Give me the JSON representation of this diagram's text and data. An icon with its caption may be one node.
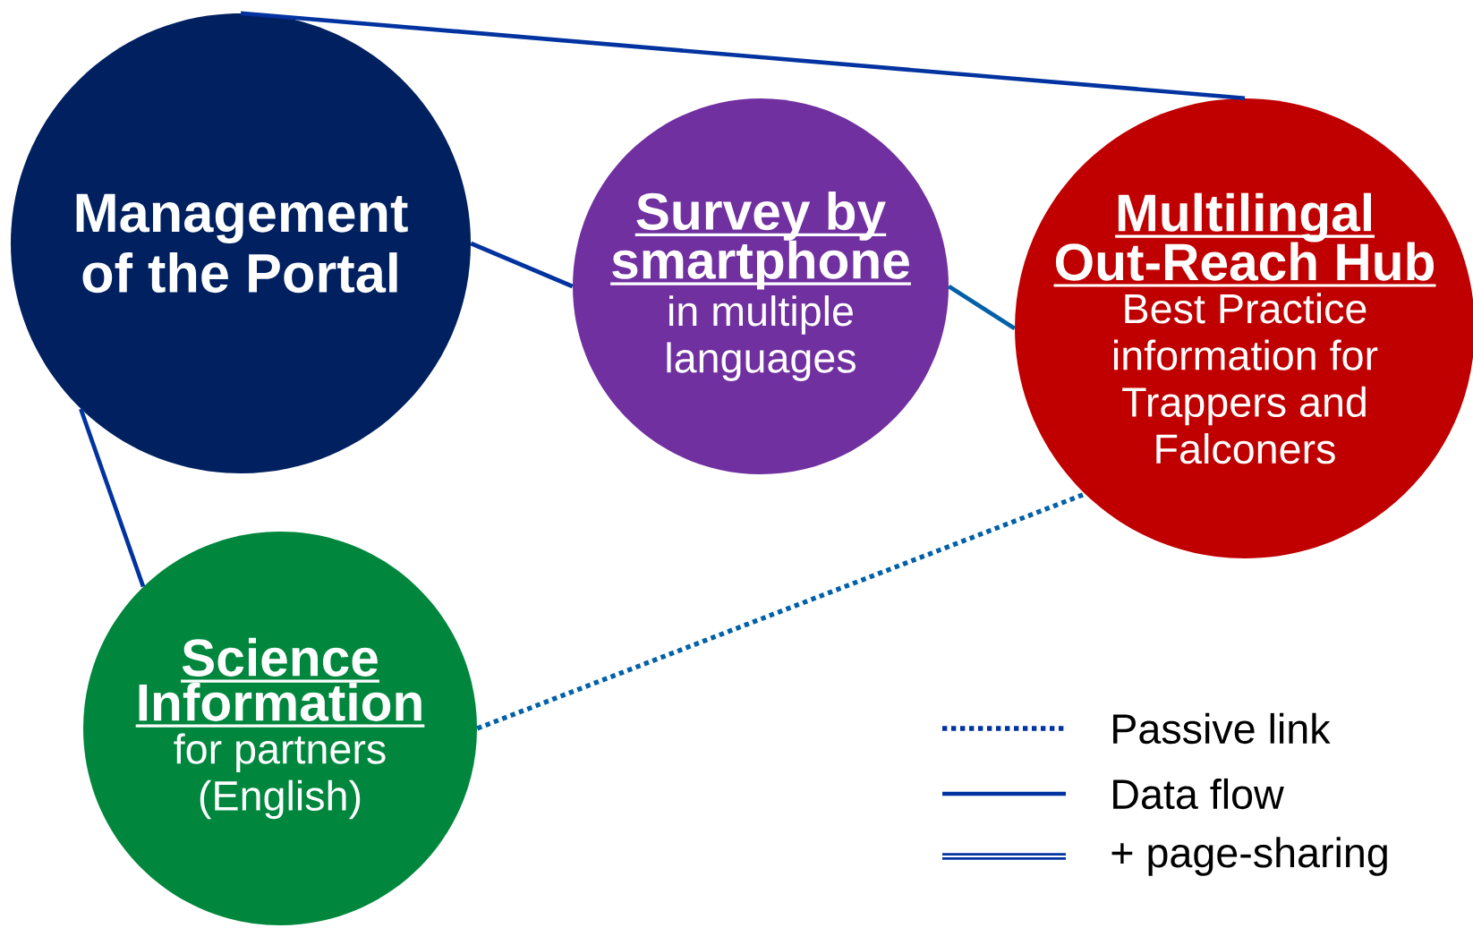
{
  "diagram": {
    "nodes": [
      {
        "text": [
          "Management of the Portal"
        ]
      },
      {
        "text": [
          "Survey by smartphone",
          "in multiple languages"
        ]
      },
      {
        "text": [
          "Multilingal Out-Reach Hub",
          "Best Practice information for Trappers and Falconers"
        ]
      },
      {
        "text": [
          "Science Information",
          "for partners (English)"
        ]
      }
    ],
    "edges": [
      {
        "from": 0,
        "to": 1,
        "arrow": "none"
      },
      {
        "from": 1,
        "to": 2,
        "arrow": "none",
        "color": "#0060a8"
      },
      {
        "from": 0,
        "to": 3,
        "arrow": "none"
      },
      {
        "from": 0,
        "to": 2,
        "arrow": "none"
      },
      {
        "from": 3,
        "to": 2,
        "arrow": "none",
        "style": "dashed",
        "color": "#0060a8"
      }
    ],
    "legend": [
      {
        "text": "Passive link"
      },
      {
        "text": "Data flow"
      },
      {
        "text": "+ page-sharing"
      }
    ]
  }
}
